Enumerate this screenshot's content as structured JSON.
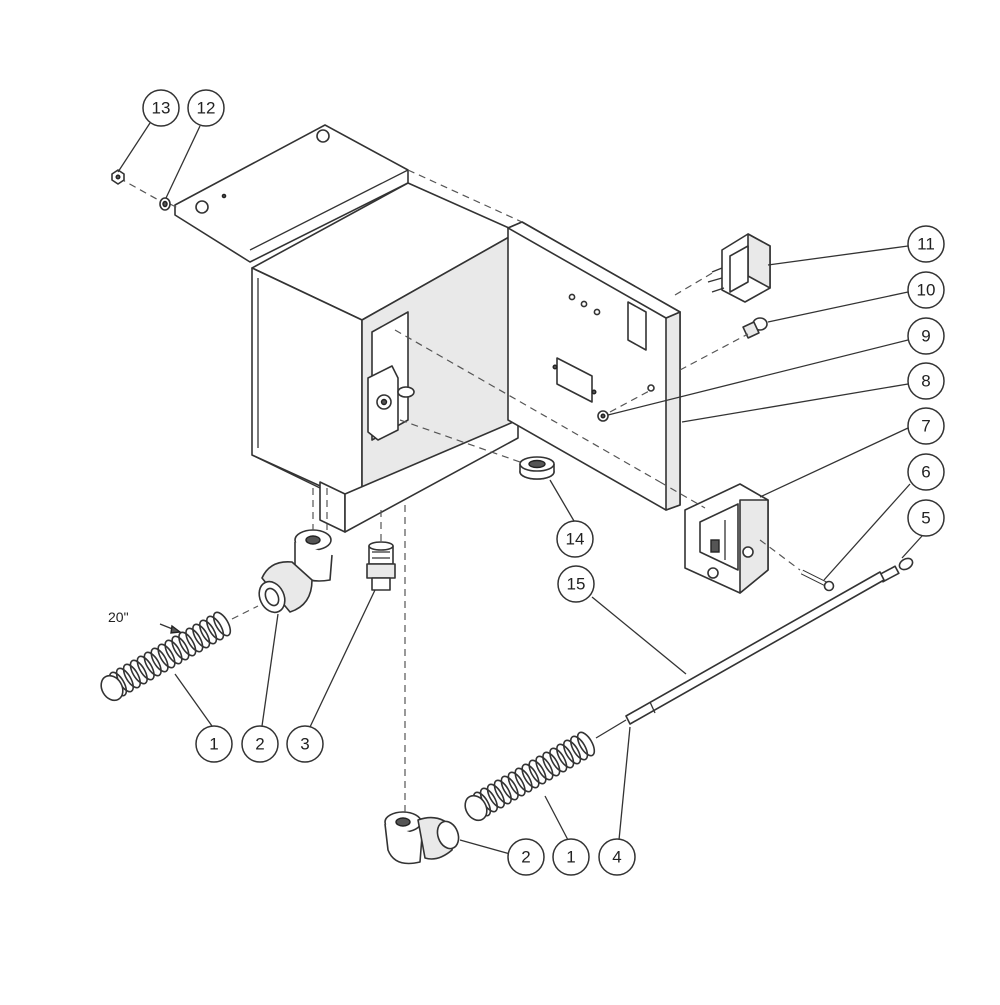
{
  "diagram": {
    "callouts": [
      "1",
      "2",
      "3",
      "4",
      "5",
      "6",
      "7",
      "8",
      "9",
      "10",
      "11",
      "12",
      "13",
      "14",
      "15"
    ],
    "dimension_label": "20\""
  }
}
